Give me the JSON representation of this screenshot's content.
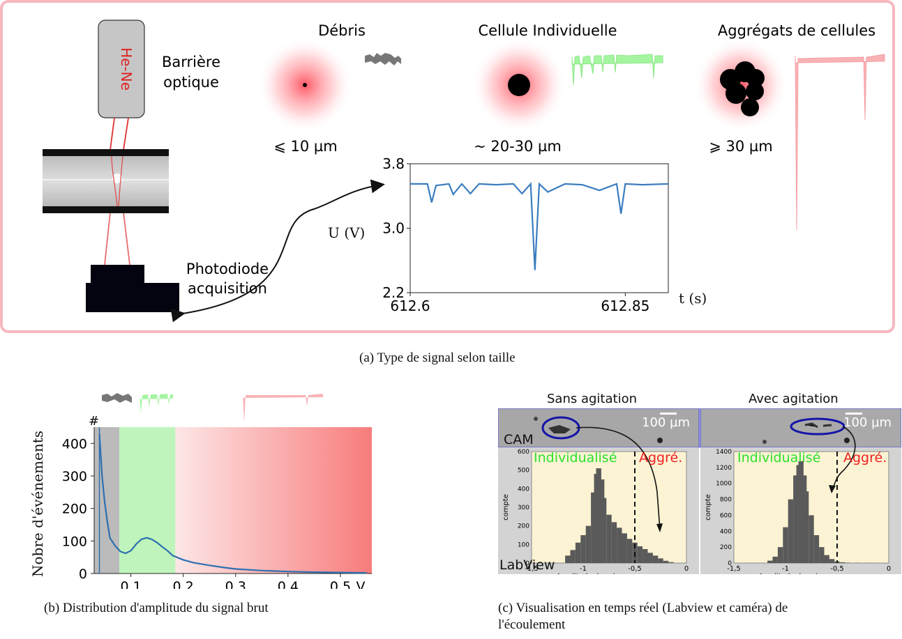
{
  "panel_a": {
    "laser_label": "He-Ne",
    "barrier_label_1": "Barrière",
    "barrier_label_2": "optique",
    "photodiode_label_1": "Photodiode",
    "photodiode_label_2": "acquisition",
    "categories": [
      {
        "title": "Débris",
        "size": "⩽ 10 µm",
        "color": "#777777"
      },
      {
        "title": "Cellule Individuelle",
        "size": "~ 20-30 µm",
        "color": "#9df59a"
      },
      {
        "title": "Aggrégats de cellules",
        "size": "⩾ 30 µm",
        "color": "#f7a9ad"
      }
    ],
    "caption": "(a) Type de signal selon taille"
  },
  "chart_data": [
    {
      "type": "line",
      "title": "",
      "xlabel": "t (s)",
      "ylabel": "U (V)",
      "xlim": [
        612.6,
        612.9
      ],
      "ylim": [
        2.2,
        3.8
      ],
      "x_ticks": [
        "612.6",
        "612.85"
      ],
      "y_ticks": [
        "3.8",
        "3.0",
        "2.2"
      ],
      "series": [
        {
          "color": "#3b7dc0",
          "x": [
            612.6,
            612.62,
            612.625,
            612.63,
            612.645,
            612.65,
            612.66,
            612.67,
            612.68,
            612.7,
            612.72,
            612.73,
            612.74,
            612.745,
            612.75,
            612.76,
            612.78,
            612.8,
            612.82,
            612.84,
            612.845,
            612.85,
            612.87,
            612.9
          ],
          "y": [
            3.55,
            3.55,
            3.32,
            3.53,
            3.55,
            3.42,
            3.55,
            3.43,
            3.55,
            3.54,
            3.55,
            3.43,
            3.55,
            2.48,
            3.55,
            3.45,
            3.55,
            3.54,
            3.47,
            3.55,
            3.18,
            3.55,
            3.54,
            3.55
          ]
        }
      ]
    },
    {
      "type": "area",
      "title": "",
      "xlabel": "V",
      "ylabel": "Nobre d'événements",
      "y_axis_marker": "#",
      "xlim": [
        0.03,
        0.56
      ],
      "ylim": [
        0,
        450
      ],
      "x_ticks": [
        "0.1",
        "0.2",
        "0.3",
        "0.4",
        "0.5"
      ],
      "y_ticks": [
        "0",
        "100",
        "200",
        "300",
        "400"
      ],
      "regions": [
        {
          "name": "Débris",
          "from": 0.03,
          "to": 0.078,
          "color": "#bbbbbb"
        },
        {
          "name": "Individuelle",
          "from": 0.078,
          "to": 0.185,
          "color": "#bff5bc"
        },
        {
          "name": "Aggrégats",
          "from": 0.185,
          "to": 0.56,
          "color": "#fb9a9a"
        }
      ],
      "series": [
        {
          "color": "#2d6fb0",
          "x": [
            0.04,
            0.045,
            0.05,
            0.055,
            0.06,
            0.07,
            0.08,
            0.09,
            0.1,
            0.11,
            0.12,
            0.13,
            0.14,
            0.15,
            0.16,
            0.17,
            0.18,
            0.2,
            0.22,
            0.25,
            0.28,
            0.3,
            0.35,
            0.4,
            0.45,
            0.5,
            0.55
          ],
          "y": [
            430,
            300,
            220,
            160,
            110,
            85,
            68,
            62,
            70,
            90,
            105,
            110,
            105,
            95,
            82,
            70,
            55,
            42,
            33,
            25,
            18,
            14,
            9,
            6,
            4,
            3,
            2
          ]
        }
      ]
    },
    {
      "type": "bar",
      "title": "Sans agitation",
      "xlabel": "Amplitude des pics",
      "ylabel": "compte",
      "xlim": [
        -1.5,
        0
      ],
      "ylim": [
        0,
        600
      ],
      "x_ticks": [
        "-1,5",
        "-1",
        "-0,5",
        "0"
      ],
      "y_ticks": [
        "0",
        "100",
        "200",
        "300",
        "400",
        "500",
        "600"
      ],
      "threshold": -0.5,
      "label_left": "Individualisé",
      "label_right": "Aggré.",
      "x": [
        -1.15,
        -1.1,
        -1.05,
        -1.0,
        -0.95,
        -0.9,
        -0.87,
        -0.85,
        -0.82,
        -0.8,
        -0.75,
        -0.7,
        -0.65,
        -0.6,
        -0.55,
        -0.5,
        -0.45,
        -0.4,
        -0.35,
        -0.3,
        -0.25,
        -0.2,
        -0.15
      ],
      "values": [
        40,
        70,
        110,
        150,
        200,
        380,
        480,
        510,
        450,
        350,
        260,
        220,
        190,
        160,
        130,
        110,
        90,
        75,
        55,
        40,
        25,
        12,
        5
      ]
    },
    {
      "type": "bar",
      "title": "Avec agitation",
      "xlabel": "Amplitude des pics",
      "ylabel": "compte",
      "xlim": [
        -1.5,
        0
      ],
      "ylim": [
        0,
        1400
      ],
      "x_ticks": [
        "-1,5",
        "-1",
        "-0,5",
        "0"
      ],
      "y_ticks": [
        "0",
        "200",
        "400",
        "600",
        "800",
        "1000",
        "1200",
        "1400"
      ],
      "threshold": -0.5,
      "label_left": "Individualisé",
      "label_right": "Aggré.",
      "x": [
        -1.15,
        -1.1,
        -1.05,
        -1.0,
        -0.95,
        -0.9,
        -0.87,
        -0.85,
        -0.82,
        -0.8,
        -0.75,
        -0.7,
        -0.65,
        -0.6,
        -0.55,
        -0.5,
        -0.45,
        -0.4,
        -0.3,
        -0.2
      ],
      "values": [
        30,
        80,
        200,
        450,
        800,
        1100,
        1230,
        1280,
        1100,
        900,
        600,
        350,
        200,
        100,
        50,
        20,
        10,
        5,
        3,
        2
      ]
    }
  ],
  "panel_b": {
    "caption": "(b) Distribution d'amplitude du signal brut"
  },
  "panel_c": {
    "scale_label": "100 µm",
    "cam_label": "CAM",
    "labview_label": "LabView",
    "caption_1": "(c) Visualisation en temps réel (Labview et caméra) de",
    "caption_2": "l'écoulement"
  }
}
